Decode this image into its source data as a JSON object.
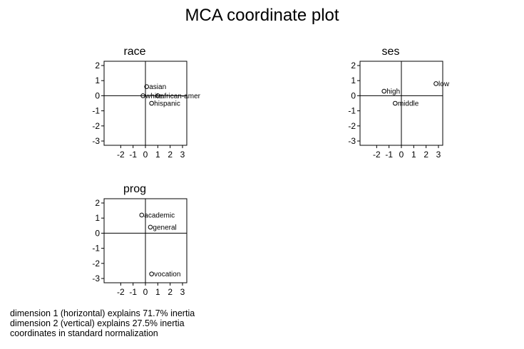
{
  "title": "MCA coordinate plot",
  "chart_data": [
    {
      "type": "scatter",
      "title": "race",
      "xlim": [
        -3,
        3
      ],
      "ylim": [
        -3,
        2
      ],
      "xticks": [
        "-2",
        "-1",
        "0",
        "1",
        "2",
        "3"
      ],
      "yticks": [
        "2",
        "1",
        "0",
        "-1",
        "-2",
        "-3"
      ],
      "xtick_values": [
        -2,
        -1,
        0,
        1,
        2,
        3
      ],
      "ytick_values": [
        2,
        1,
        0,
        -1,
        -2,
        -3
      ],
      "points": [
        {
          "label": "asian",
          "x": 0.1,
          "y": 0.6
        },
        {
          "label": "white",
          "x": -0.2,
          "y": 0.0
        },
        {
          "label": "african-amer",
          "x": 1.0,
          "y": 0.0
        },
        {
          "label": "hispanic",
          "x": 0.5,
          "y": -0.5
        }
      ]
    },
    {
      "type": "scatter",
      "title": "ses",
      "xlim": [
        -3,
        3
      ],
      "ylim": [
        -3,
        2
      ],
      "xticks": [
        "-2",
        "-1",
        "0",
        "1",
        "2",
        "3"
      ],
      "yticks": [
        "2",
        "1",
        "0",
        "-1",
        "-2",
        "-3"
      ],
      "xtick_values": [
        -2,
        -1,
        0,
        1,
        2,
        3
      ],
      "ytick_values": [
        2,
        1,
        0,
        -1,
        -2,
        -3
      ],
      "points": [
        {
          "label": "low",
          "x": 2.8,
          "y": 0.8
        },
        {
          "label": "high",
          "x": -1.4,
          "y": 0.3
        },
        {
          "label": "middle",
          "x": -0.5,
          "y": -0.5
        }
      ]
    },
    {
      "type": "scatter",
      "title": "prog",
      "xlim": [
        -3,
        3
      ],
      "ylim": [
        -3,
        2
      ],
      "xticks": [
        "-2",
        "-1",
        "0",
        "1",
        "2",
        "3"
      ],
      "yticks": [
        "2",
        "1",
        "0",
        "-1",
        "-2",
        "-3"
      ],
      "xtick_values": [
        -2,
        -1,
        0,
        1,
        2,
        3
      ],
      "ytick_values": [
        2,
        1,
        0,
        -1,
        -2,
        -3
      ],
      "points": [
        {
          "label": "academic",
          "x": -0.3,
          "y": 1.2
        },
        {
          "label": "general",
          "x": 0.4,
          "y": 0.4
        },
        {
          "label": "vocation",
          "x": 0.5,
          "y": -2.7
        }
      ]
    }
  ],
  "notes": [
    "dimension 1 (horizontal) explains 71.7% inertia",
    "dimension 2 (vertical) explains 27.5% inertia",
    "coordinates in standard normalization"
  ]
}
